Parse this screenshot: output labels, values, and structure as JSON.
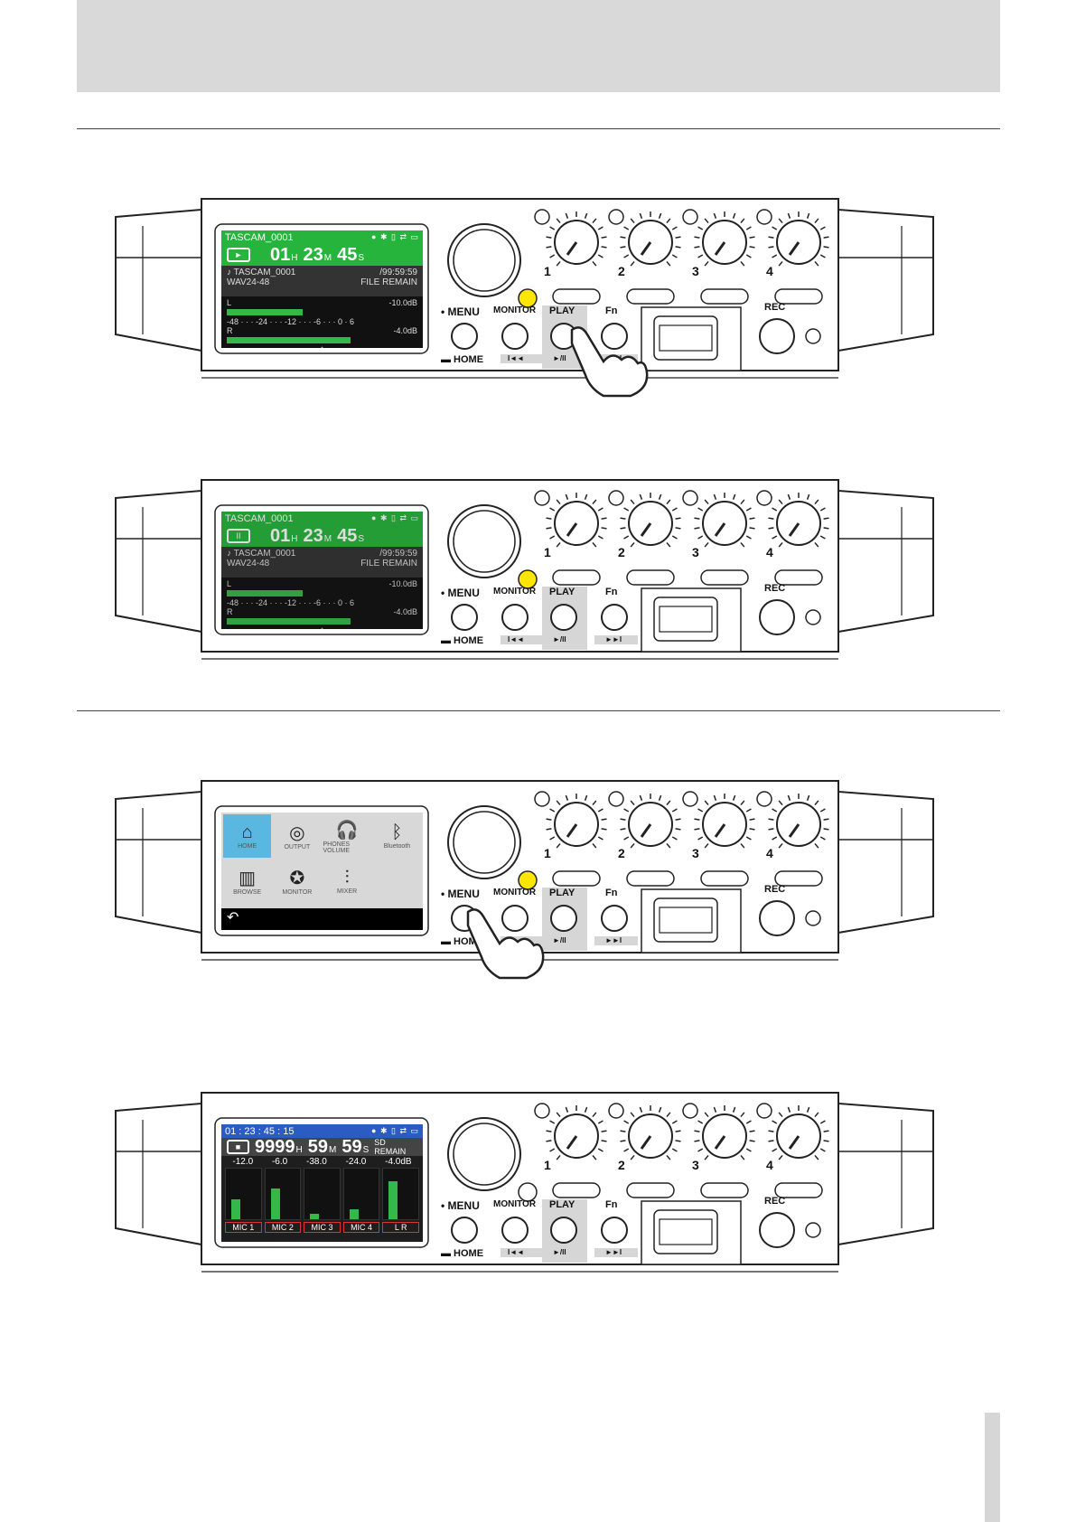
{
  "device": {
    "ch1": "1",
    "ch2": "2",
    "ch3": "3",
    "ch4": "4",
    "menu": "MENU",
    "home": "HOME",
    "monitor": "MONITOR",
    "play": "PLAY",
    "fn": "Fn",
    "rec": "REC",
    "play_sub": "►/II",
    "monitor_sub": "I◄◄",
    "fn_sub": "►►I"
  },
  "screen_play": {
    "title": "TASCAM_0001",
    "hours": "01",
    "h": "H",
    "minutes": "23",
    "m": "M",
    "seconds": "45",
    "s": "S",
    "file": "♪ TASCAM_0001",
    "format": "WAV24-48",
    "remain": "/99:59:59",
    "remain_label": "FILE REMAIN",
    "scale": "-48 · · · -24 · · · -12 · · · -6 · · · 0 · 6",
    "l": "L",
    "r": "R",
    "l_level": "-10.0dB",
    "r_level": "-4.0dB",
    "up": "^"
  },
  "screen_menu": {
    "items": [
      "HOME",
      "OUTPUT",
      "PHONES VOLUME",
      "Bluetooth",
      "BROWSE",
      "MONITOR",
      "MIXER"
    ],
    "back": "↶"
  },
  "screen_rec": {
    "timecode": "01 : 23 : 45 : 15",
    "hours": "9999",
    "h": "H",
    "minutes": "59",
    "m": "M",
    "seconds": "59",
    "s": "S",
    "remain": "SD REMAIN",
    "levels": [
      "-12.0",
      "-6.0",
      "-38.0",
      "-24.0",
      "-4.0dB"
    ],
    "channels": [
      "MIC 1",
      "MIC 2",
      "MIC 3",
      "MIC 4",
      "L    R"
    ],
    "fill": [
      0.4,
      0.6,
      0.1,
      0.2,
      0.75
    ]
  },
  "colors": {
    "green": "#26b43c",
    "blue": "#2a5cc4",
    "led": "#ffe600"
  }
}
